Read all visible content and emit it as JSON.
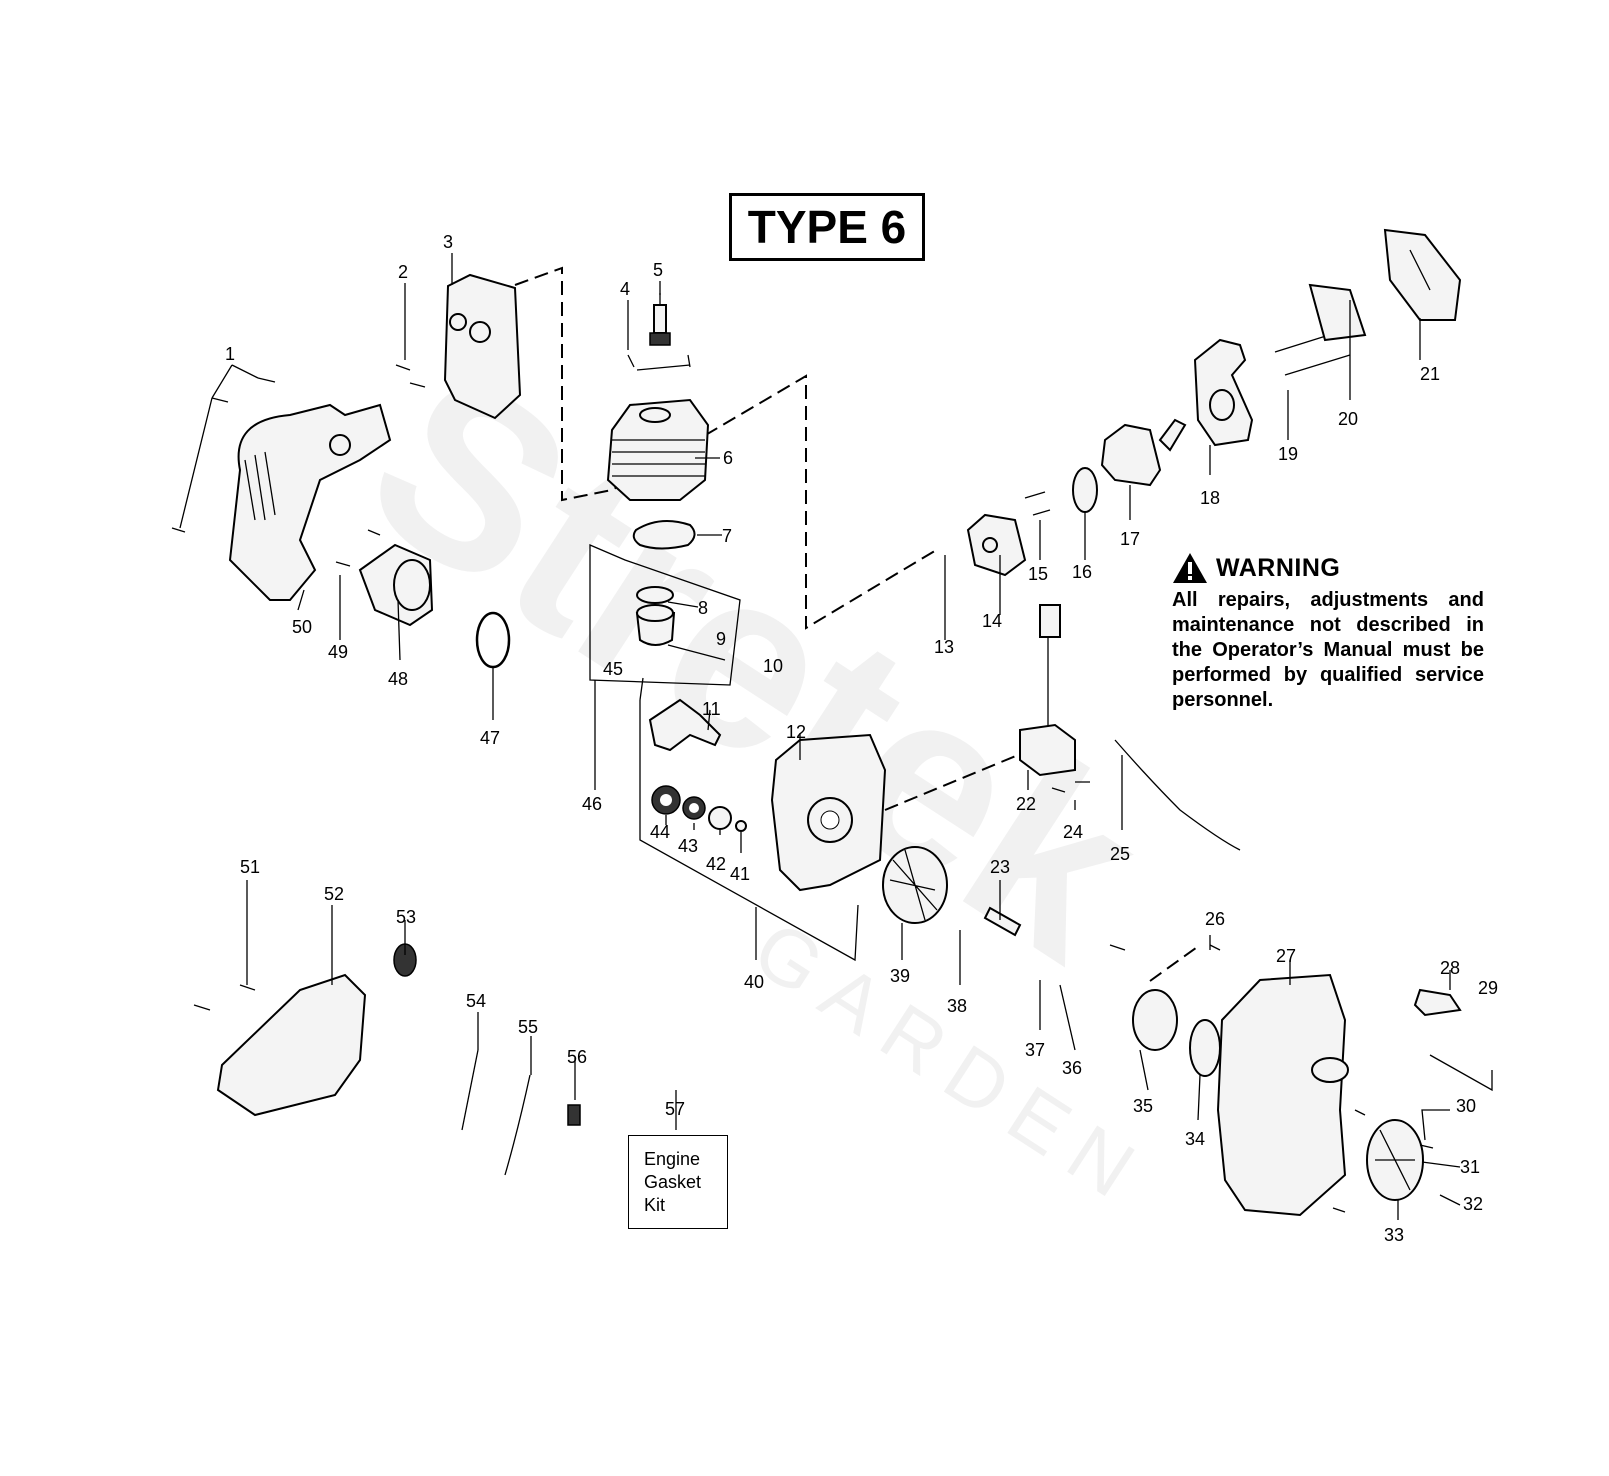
{
  "title": "TYPE 6",
  "warning": {
    "heading": "WARNING",
    "body": "All repairs, adjustments and maintenance not described in the Operator’s Manual must be performed by qualified service personnel."
  },
  "kit": {
    "line1": "Engine",
    "line2": "Gasket",
    "line3": "Kit"
  },
  "watermark": {
    "brand": "Stretek",
    "sub": "GARDEN"
  },
  "labels": {
    "n1": "1",
    "n2": "2",
    "n3": "3",
    "n4": "4",
    "n5": "5",
    "n6": "6",
    "n7": "7",
    "n8": "8",
    "n9": "9",
    "n10": "10",
    "n11": "11",
    "n12": "12",
    "n13": "13",
    "n14": "14",
    "n15": "15",
    "n16": "16",
    "n17": "17",
    "n18": "18",
    "n19": "19",
    "n20": "20",
    "n21": "21",
    "n22": "22",
    "n23": "23",
    "n24": "24",
    "n25": "25",
    "n26": "26",
    "n27": "27",
    "n28": "28",
    "n29": "29",
    "n30": "30",
    "n31": "31",
    "n32": "32",
    "n33": "33",
    "n34": "34",
    "n35": "35",
    "n36": "36",
    "n37": "37",
    "n38": "38",
    "n39": "39",
    "n40": "40",
    "n41": "41",
    "n42": "42",
    "n43": "43",
    "n44": "44",
    "n45": "45",
    "n46": "46",
    "n47": "47",
    "n48": "48",
    "n49": "49",
    "n50": "50",
    "n51": "51",
    "n52": "52",
    "n53": "53",
    "n54": "54",
    "n55": "55",
    "n56": "56",
    "n57": "57"
  }
}
